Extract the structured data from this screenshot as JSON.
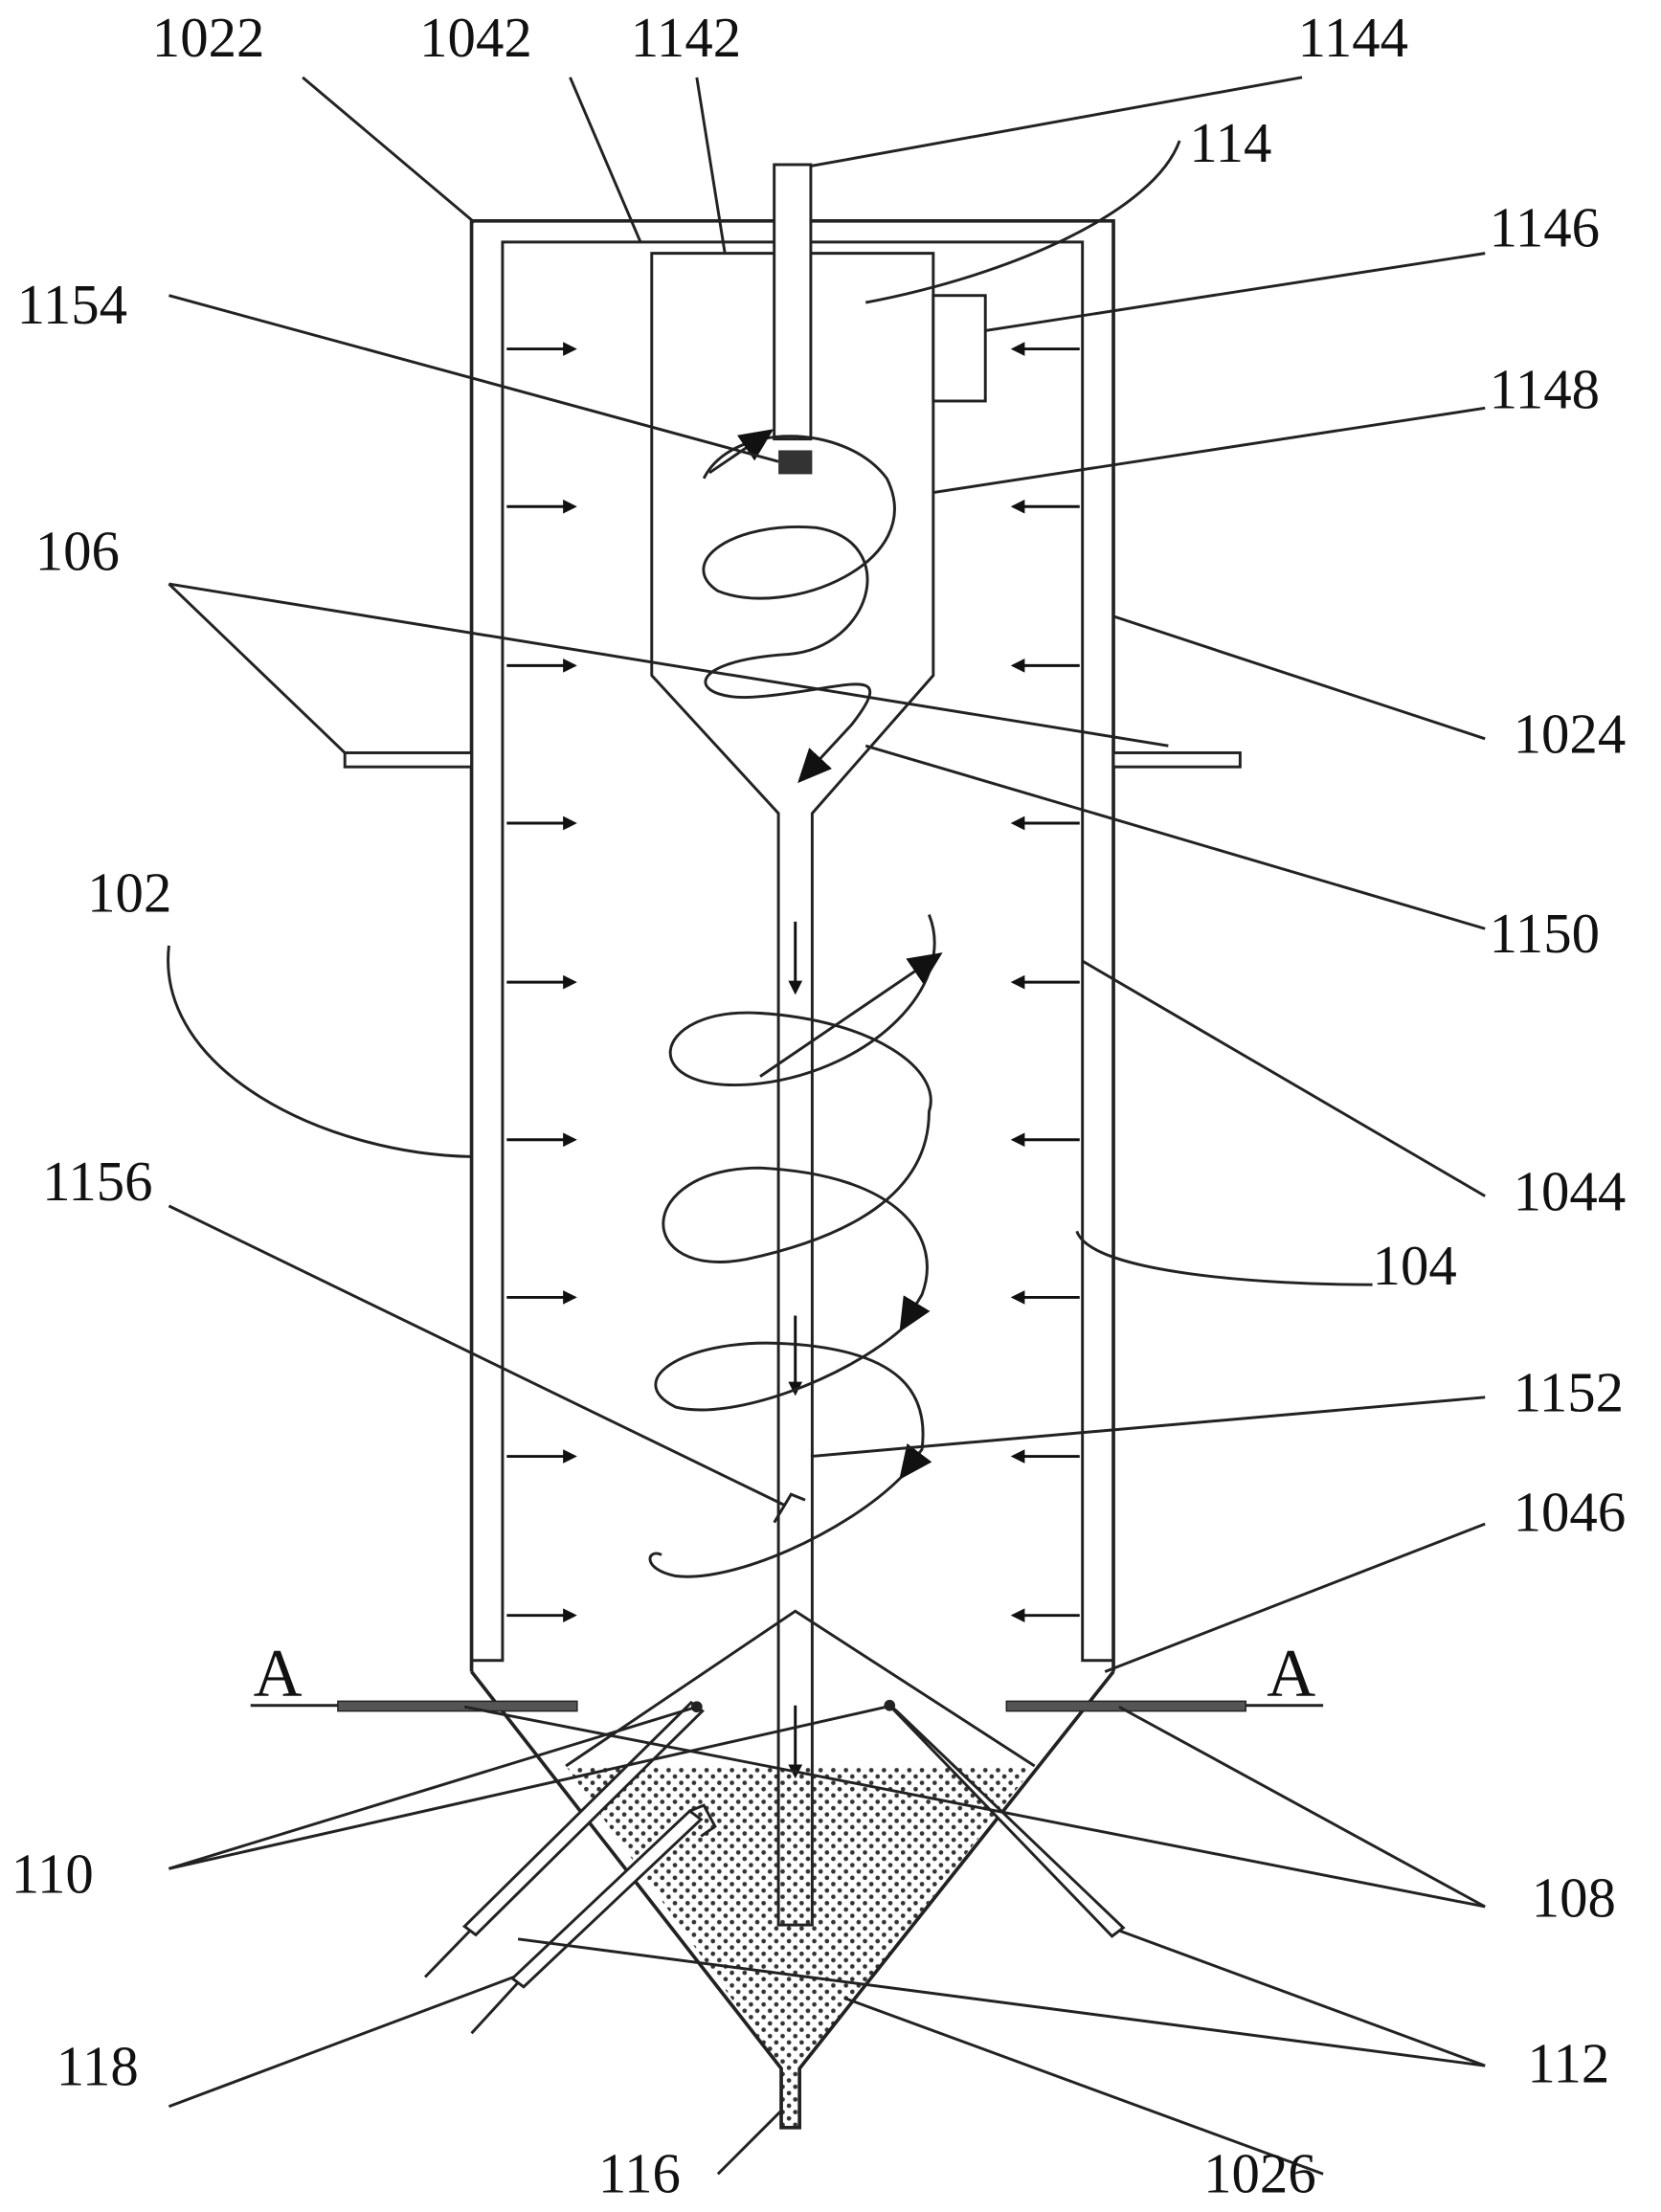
{
  "figure": {
    "labels": {
      "l1022": "1022",
      "l1042": "1042",
      "l1142": "1142",
      "l1144": "1144",
      "l114": "114",
      "l1146": "1146",
      "l1154": "1154",
      "l1148": "1148",
      "l106": "106",
      "l1024": "1024",
      "l102": "102",
      "l1150": "1150",
      "l1156": "1156",
      "l1044": "1044",
      "l104": "104",
      "l1152": "1152",
      "l1046": "1046",
      "l110": "110",
      "l108": "108",
      "l118": "118",
      "l112": "112",
      "l116": "116",
      "l1026": "1026",
      "section_left": "A",
      "section_right": "A"
    },
    "colors": {
      "line": "#222222",
      "fill_dots": "#333333"
    }
  }
}
